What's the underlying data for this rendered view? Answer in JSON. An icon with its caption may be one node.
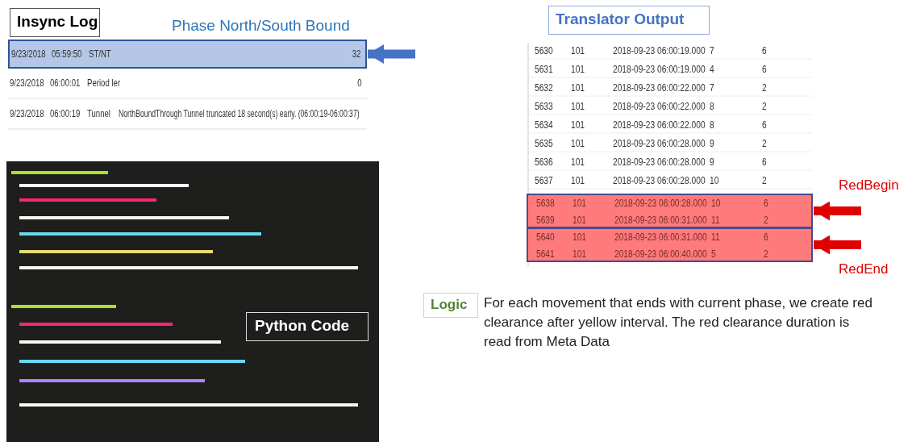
{
  "diagram": {
    "nodes": [
      {
        "text": [
          "Insync Log"
        ]
      },
      {
        "text": [
          "9/23/2018",
          "05:59:50",
          "ST/NT",
          "32"
        ]
      },
      {
        "text": [
          "Translator Output"
        ]
      },
      {
        "text": [
          "5638",
          "101",
          "2018-09-23 06:00:28.000",
          "10",
          "6",
          "5639",
          "101",
          "2018-09-23 06:00:31.000",
          "11",
          "2"
        ]
      },
      {
        "text": [
          "5640",
          "101",
          "2018-09-23 06:00:31.000",
          "11",
          "6",
          "5641",
          "101",
          "2018-09-23 06:00:40.000",
          "5",
          "2"
        ]
      },
      {
        "text": [
          "Logic"
        ]
      },
      {
        "text": [
          "Python Code"
        ]
      }
    ],
    "edges": [
      {
        "from": null,
        "to": 1,
        "arrow": "to",
        "color": "#4472c4"
      },
      {
        "from": null,
        "to": 3,
        "arrow": "to",
        "color": "#e00000"
      },
      {
        "from": null,
        "to": 4,
        "arrow": "to",
        "color": "#e00000"
      }
    ],
    "labels": [
      "Phase North/South Bound",
      "9/23/2018",
      "06:00:01",
      "Period ler",
      "0",
      "9/23/2018",
      "06:00:19",
      "Tunnel",
      "NorthBoundThrough Tunnel truncated 18 second(s) early. (06:00:19-06:00:37)",
      "5630",
      "101",
      "2018-09-23 06:00:19.000",
      "7",
      "6",
      "5631",
      "101",
      "2018-09-23 06:00:19.000",
      "4",
      "6",
      "5632",
      "101",
      "2018-09-23 06:00:22.000",
      "7",
      "2",
      "5633",
      "101",
      "2018-09-23 06:00:22.000",
      "8",
      "2",
      "5634",
      "101",
      "2018-09-23 06:00:22.000",
      "8",
      "6",
      "5635",
      "101",
      "2018-09-23 06:00:28.000",
      "9",
      "2",
      "5636",
      "101",
      "2018-09-23 06:00:28.000",
      "9",
      "6",
      "5637",
      "101",
      "2018-09-23 06:00:28.000",
      "10",
      "2",
      "RedBegin",
      "RedEnd",
      "For each movement that ends with current phase, we create red clearance after yellow interval. The red clearance duration is read from Meta Data"
    ]
  }
}
